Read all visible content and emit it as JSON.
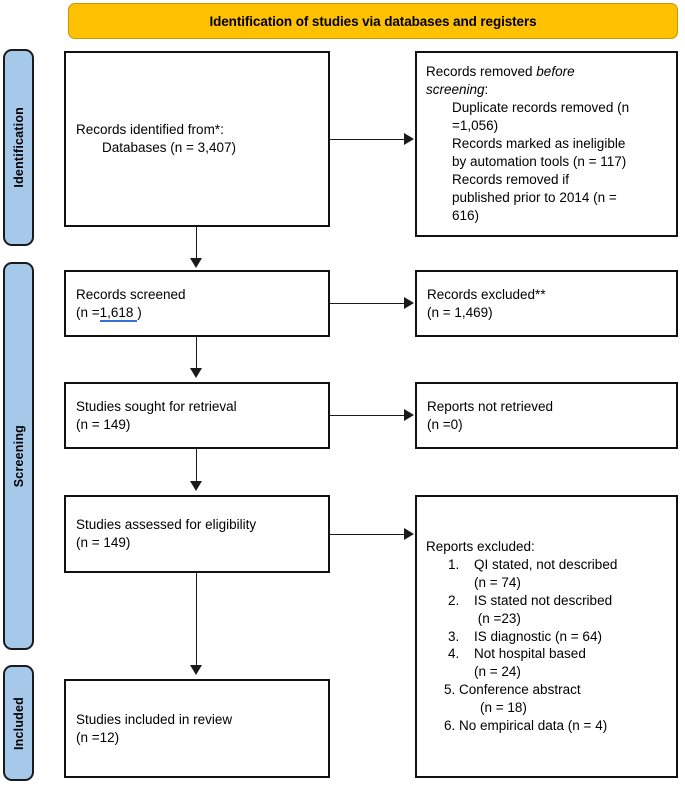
{
  "stage_banner": {
    "label": "Identification of studies via databases and registers",
    "background_color": "#FFC100",
    "border_color": "#C99700"
  },
  "phase_tabs": [
    {
      "id": "identification",
      "label": "Identification"
    },
    {
      "id": "screening",
      "label": "Screening"
    },
    {
      "id": "included",
      "label": "Included"
    }
  ],
  "tab_color": "#A6C9E9",
  "boxes": {
    "identified": {
      "line1": "Records identified from*:",
      "line2": "Databases (n = 3,407)"
    },
    "removed": {
      "line1_a": "Records removed ",
      "line1_em": "before",
      "line2_em": "screening",
      "line2_b": ":",
      "line3": "Duplicate records removed (n",
      "line4": "=1,056)",
      "line5": "Records marked as ineligible",
      "line6": "by automation tools (n = 117)",
      "line7": "Records removed if",
      "line8": "published prior to 2014 (n =",
      "line9": "616)"
    },
    "screened": {
      "line1": "Records screened",
      "prefix": "(n =",
      "value": "1,618 ",
      "suffix": ")"
    },
    "records_excluded": {
      "line1": "Records excluded**",
      "line2": "(n = 1,469)"
    },
    "sought": {
      "line1": "Studies sought for retrieval",
      "line2": "(n = 149)"
    },
    "not_retrieved": {
      "line1": "Reports not retrieved",
      "line2": "(n =0)"
    },
    "assessed": {
      "line1": "Studies assessed for eligibility",
      "line2": "(n = 149)"
    },
    "reports_excluded": {
      "heading": "Reports excluded:",
      "items": [
        {
          "num": "1.",
          "text": "QI stated, not described",
          "cont": "(n = 74)",
          "style": "tab"
        },
        {
          "num": "2.",
          "text": "IS stated not described",
          "cont": " (n =23)",
          "style": "tab"
        },
        {
          "num": "3.",
          "text": "IS diagnostic (n = 64)",
          "cont": "",
          "style": "tab"
        },
        {
          "num": "4.",
          "text": "Not hospital based",
          "cont": "(n = 24)",
          "style": "tab"
        },
        {
          "num": "5.",
          "text": "Conference abstract",
          "cont": "(n = 18)",
          "style": "plain"
        },
        {
          "num": "6.",
          "text": "No empirical data (n = 4)",
          "cont": "",
          "style": "plain"
        }
      ]
    },
    "included": {
      "line1": "Studies included in review",
      "line2": "(n =12)"
    }
  }
}
